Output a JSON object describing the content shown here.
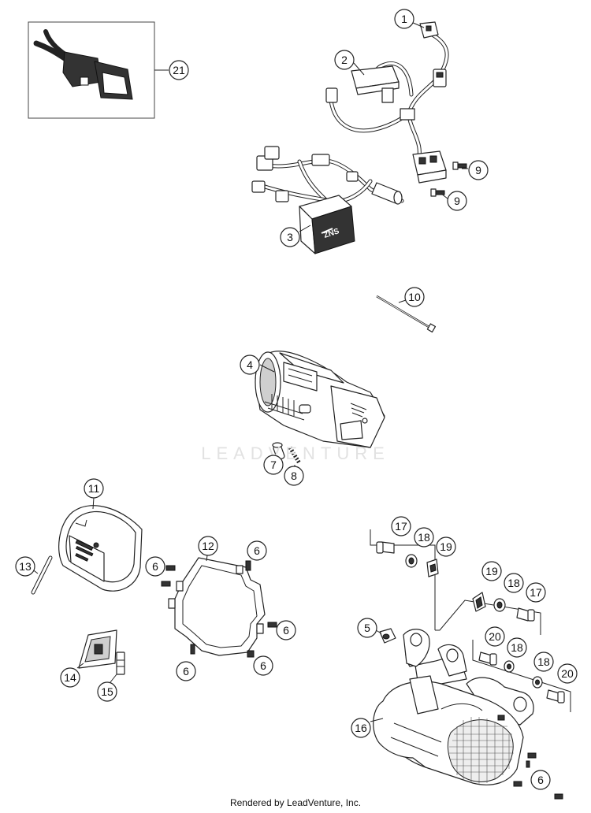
{
  "watermark": "LEADVENTURE",
  "footer": "Rendered by LeadVenture, Inc.",
  "callouts": [
    "1",
    "2",
    "3",
    "4",
    "5",
    "6",
    "7",
    "8",
    "9",
    "10",
    "11",
    "12",
    "13",
    "14",
    "15",
    "16",
    "17",
    "18",
    "19",
    "20",
    "21"
  ],
  "icons": [
    "power-cord-icon",
    "wiring-harness-icon",
    "control-unit-icon",
    "battery-pack-icon",
    "housing-frame-icon",
    "cover-icon",
    "bracket-icon",
    "motor-housing-icon"
  ]
}
